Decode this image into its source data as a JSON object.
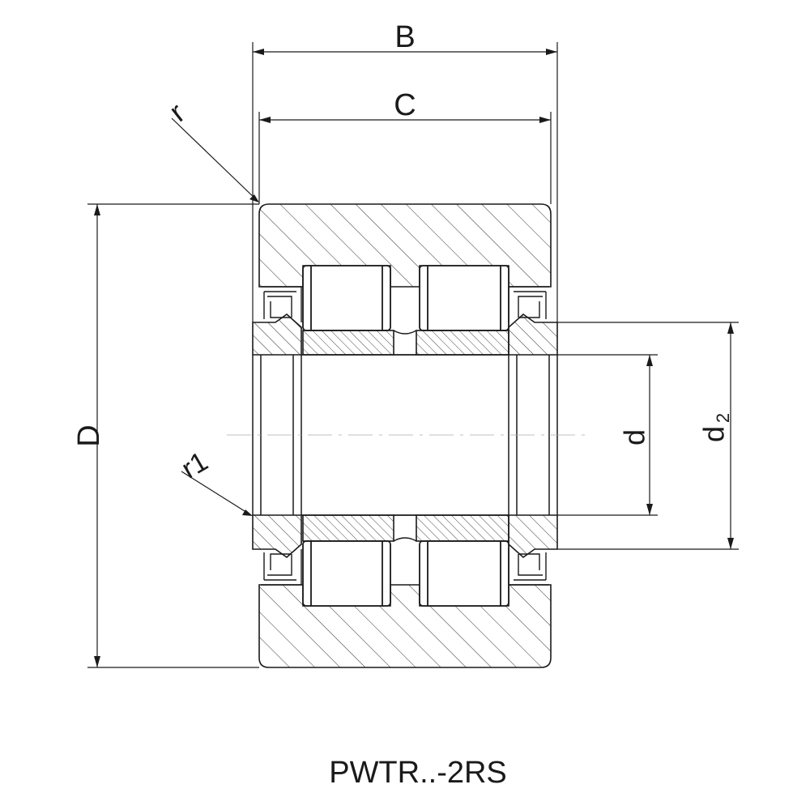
{
  "drawing": {
    "caption": "PWTR..-2RS",
    "dimensions": {
      "B": "B",
      "C": "C",
      "D": "D",
      "d": "d",
      "d2_main": "d",
      "d2_sub": "2",
      "r": "r",
      "r1": "r1"
    }
  },
  "colors": {
    "line": "#1a1a1a",
    "background": "#ffffff"
  }
}
